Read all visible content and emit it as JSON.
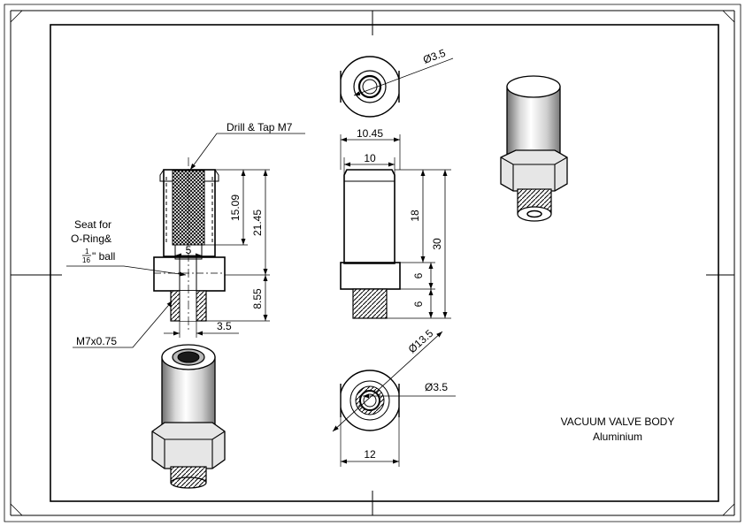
{
  "title_block": {
    "title": "VACUUM VALVE BODY",
    "material": "Aluminium"
  },
  "notes": {
    "drill_tap": "Drill & Tap M7",
    "seat_line1": "Seat for",
    "seat_line2": "O-Ring&",
    "frac_num": "1",
    "frac_den": "16",
    "ball": "\" ball",
    "thread": "M7x0.75"
  },
  "section_view": {
    "dims": {
      "bore_depth": "15.09",
      "upper_length": "21.45",
      "lower_length": "8.55",
      "seat_dia": "5",
      "bore_width": "3.5"
    }
  },
  "front_view": {
    "dims": {
      "outer_width": "10.45",
      "body_width": "10",
      "body_length": "18",
      "total_length": "30",
      "hex_length": "6",
      "thread_length": "6"
    }
  },
  "top_view": {
    "dims": {
      "hole_dia": "Ø3.5"
    }
  },
  "bottom_view": {
    "dims": {
      "hex_dia": "Ø13.5",
      "hole_dia": "Ø3.5",
      "width": "12"
    }
  }
}
